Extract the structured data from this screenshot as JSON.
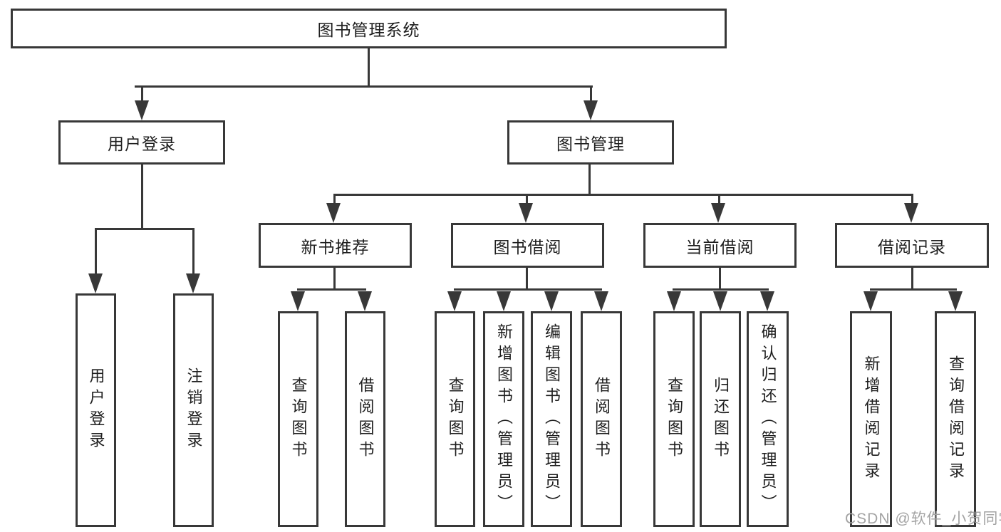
{
  "diagram": {
    "watermark": "CSDN @软件_小贺同学",
    "colors": {
      "line": "#383838",
      "text": "#1e1e1e",
      "watermark": "#a3a3a3",
      "background": "#ffffff"
    },
    "nodes": {
      "root": {
        "label": "图书管理系统"
      },
      "user_login": {
        "label": "用户登录"
      },
      "book_management": {
        "label": "图书管理"
      },
      "new_book_recommend": {
        "label": "新书推荐"
      },
      "book_borrow": {
        "label": "图书借阅"
      },
      "current_borrow": {
        "label": "当前借阅"
      },
      "borrow_records": {
        "label": "借阅记录"
      },
      "leaf_user_login": {
        "label": "用户登录"
      },
      "leaf_logout": {
        "label": "注销登录"
      },
      "leaf_rec_query_books": {
        "label": "查询图书"
      },
      "leaf_rec_borrow_books": {
        "label": "借阅图书"
      },
      "leaf_borrow_query_books": {
        "label": "查询图书"
      },
      "leaf_add_books_admin": {
        "label": "新增图书（管理员）"
      },
      "leaf_edit_books_admin": {
        "label": "编辑图书（管理员）"
      },
      "leaf_borrow_books": {
        "label": "借阅图书"
      },
      "leaf_current_query_books": {
        "label": "查询图书"
      },
      "leaf_return_books": {
        "label": "归还图书"
      },
      "leaf_confirm_return_admin": {
        "label": "确认归还（管理员）"
      },
      "leaf_add_borrow_record": {
        "label": "新增借阅记录"
      },
      "leaf_query_borrow_record": {
        "label": "查询借阅记录"
      }
    }
  }
}
